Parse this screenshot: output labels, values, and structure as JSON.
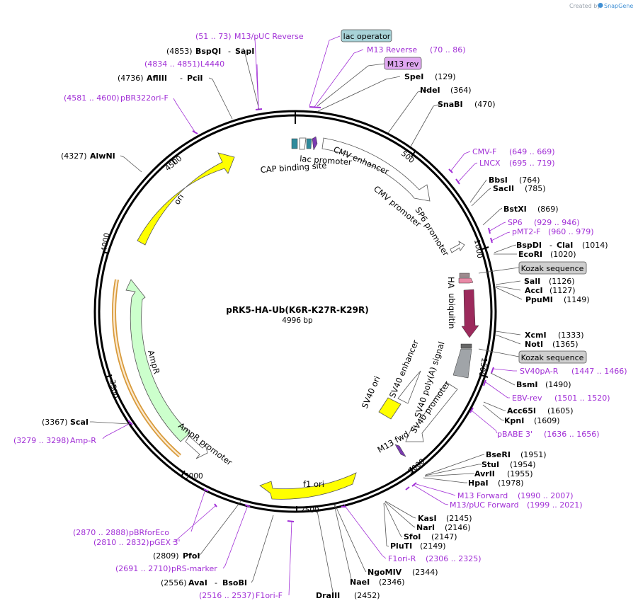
{
  "brand": {
    "prefix": "Created by",
    "name": "SnapGene"
  },
  "map": {
    "name": "pRK5-HA-Ub(K6R-K27R-K29R)",
    "size": "4996 bp"
  },
  "ticks": [
    "500",
    "1000",
    "1500",
    "2000",
    "2500",
    "3000",
    "3500",
    "4000",
    "4500"
  ],
  "features": {
    "cap_binding_site": "CAP binding site",
    "lac_promoter": "lac promoter",
    "cmv_enhancer": "CMV enhancer",
    "cmv_promoter": "CMV promoter",
    "sp6_promoter": "SP6 promoter",
    "ha": "HA",
    "ubiquitin": "ubiquitin",
    "sv40_polya": "SV40 poly(A) signal",
    "sv40_promoter": "SV40 promoter",
    "sv40_enhancer": "SV40 enhancer",
    "sv40_ori": "SV40 ori",
    "m13_fwd": "M13 fwd",
    "f1_ori": "f1 ori",
    "ampr_promoter": "AmpR promoter",
    "ampr": "AmpR",
    "ori": "ori"
  },
  "boxes": {
    "lac_operator": "lac operator",
    "m13_rev": "M13 rev",
    "kozak1": "Kozak sequence",
    "kozak2": "Kozak sequence"
  },
  "enzymes": {
    "spei": {
      "name": "SpeI",
      "pos": "(129)"
    },
    "ndei": {
      "name": "NdeI",
      "pos": "(364)"
    },
    "snabi": {
      "name": "SnaBI",
      "pos": "(470)"
    },
    "bbsi": {
      "name": "BbsI",
      "pos": "(764)"
    },
    "saci": {
      "name": "SacII",
      "pos": "(785)"
    },
    "bstxi": {
      "name": "BstXI",
      "pos": "(869)"
    },
    "bspdi": {
      "name": "BspDI",
      "sep": "-",
      "name2": "ClaI",
      "pos": "(1014)"
    },
    "ecori": {
      "name": "EcoRI",
      "pos": "(1020)"
    },
    "sali": {
      "name": "SalI",
      "pos": "(1126)"
    },
    "acci": {
      "name": "AccI",
      "pos": "(1127)"
    },
    "ppumi": {
      "name": "PpuMI",
      "pos": "(1149)"
    },
    "xcmi": {
      "name": "XcmI",
      "pos": "(1333)"
    },
    "noti": {
      "name": "NotI",
      "pos": "(1365)"
    },
    "bsmi": {
      "name": "BsmI",
      "pos": "(1490)"
    },
    "acc65i": {
      "name": "Acc65I",
      "pos": "(1605)"
    },
    "kpni": {
      "name": "KpnI",
      "pos": "(1609)"
    },
    "bseri": {
      "name": "BseRI",
      "pos": "(1951)"
    },
    "stui": {
      "name": "StuI",
      "pos": "(1954)"
    },
    "avrii": {
      "name": "AvrII",
      "pos": "(1955)"
    },
    "hpai": {
      "name": "HpaI",
      "pos": "(1978)"
    },
    "kasi": {
      "name": "KasI",
      "pos": "(2145)"
    },
    "nari": {
      "name": "NarI",
      "pos": "(2146)"
    },
    "sfoi": {
      "name": "SfoI",
      "pos": "(2147)"
    },
    "pluti": {
      "name": "PluTI",
      "pos": "(2149)"
    },
    "ngomiv": {
      "name": "NgoMIV",
      "pos": "(2344)"
    },
    "naei": {
      "name": "NaeI",
      "pos": "(2346)"
    },
    "draiii": {
      "name": "DraIII",
      "pos": "(2452)"
    },
    "avai": {
      "name": "AvaI",
      "sep": "-",
      "name2": "BsoBI",
      "pos": "(2556)"
    },
    "pfoi": {
      "name": "PfoI",
      "pos": "(2809)"
    },
    "scai": {
      "name": "ScaI",
      "pos": "(3367)"
    },
    "alwni": {
      "name": "AlwNI",
      "pos": "(4327)"
    },
    "afliii": {
      "name": "AflIII",
      "sep": "-",
      "name2": "PciI",
      "pos": "(4736)"
    },
    "bspqi": {
      "name": "BspQI",
      "sep": "-",
      "name2": "SapI",
      "pos": "(4853)"
    }
  },
  "primers": {
    "m13puc_rev": {
      "range": "(51 .. 73)",
      "name": "M13/pUC Reverse"
    },
    "m13_reverse": {
      "name": "M13 Reverse",
      "range": "(70 .. 86)"
    },
    "l4440": {
      "range": "(4834 .. 4851)",
      "name": "L4440"
    },
    "pbr322ori": {
      "range": "(4581 .. 4600)",
      "name": "pBR322ori-F"
    },
    "cmvf": {
      "name": "CMV-F",
      "range": "(649 .. 669)"
    },
    "lncx": {
      "name": "LNCX",
      "range": "(695 .. 719)"
    },
    "sp6": {
      "name": "SP6",
      "range": "(929 .. 946)"
    },
    "pmt2f": {
      "name": "pMT2-F",
      "range": "(960 .. 979)"
    },
    "sv40par": {
      "name": "SV40pA-R",
      "range": "(1447 .. 1466)"
    },
    "ebvrev": {
      "name": "EBV-rev",
      "range": "(1501 .. 1520)"
    },
    "pbabe3": {
      "name": "pBABE 3'",
      "range": "(1636 .. 1656)"
    },
    "m13fwd": {
      "name": "M13 Forward",
      "range": "(1990 .. 2007)"
    },
    "m13pucfwd": {
      "name": "M13/pUC Forward",
      "range": "(1999 .. 2021)"
    },
    "f1orir": {
      "name": "F1ori-R",
      "range": "(2306 .. 2325)"
    },
    "f1orif": {
      "range": "(2516 .. 2537)",
      "name": "F1ori-F"
    },
    "prsmarker": {
      "range": "(2691 .. 2710)",
      "name": "pRS-marker"
    },
    "pgex3": {
      "range": "(2810 .. 2832)",
      "name": "pGEX 3'"
    },
    "pbrforeco": {
      "range": "(2870 .. 2888)",
      "name": "pBRforEco"
    },
    "ampr": {
      "range": "(3279 .. 3298)",
      "name": "Amp-R"
    }
  },
  "colors": {
    "primer": "#a12fd6",
    "ori": "#ffff00",
    "ampr": "#ccffcc",
    "ampr_outline": "#d89a3a",
    "ubiquitin": "#9c2a5c",
    "polya": "#a0a4a8",
    "kozak_box": "#cfcfcf",
    "lac_operator_box": "#a8d3d8",
    "m13rev_box": "#e0a8f0"
  }
}
